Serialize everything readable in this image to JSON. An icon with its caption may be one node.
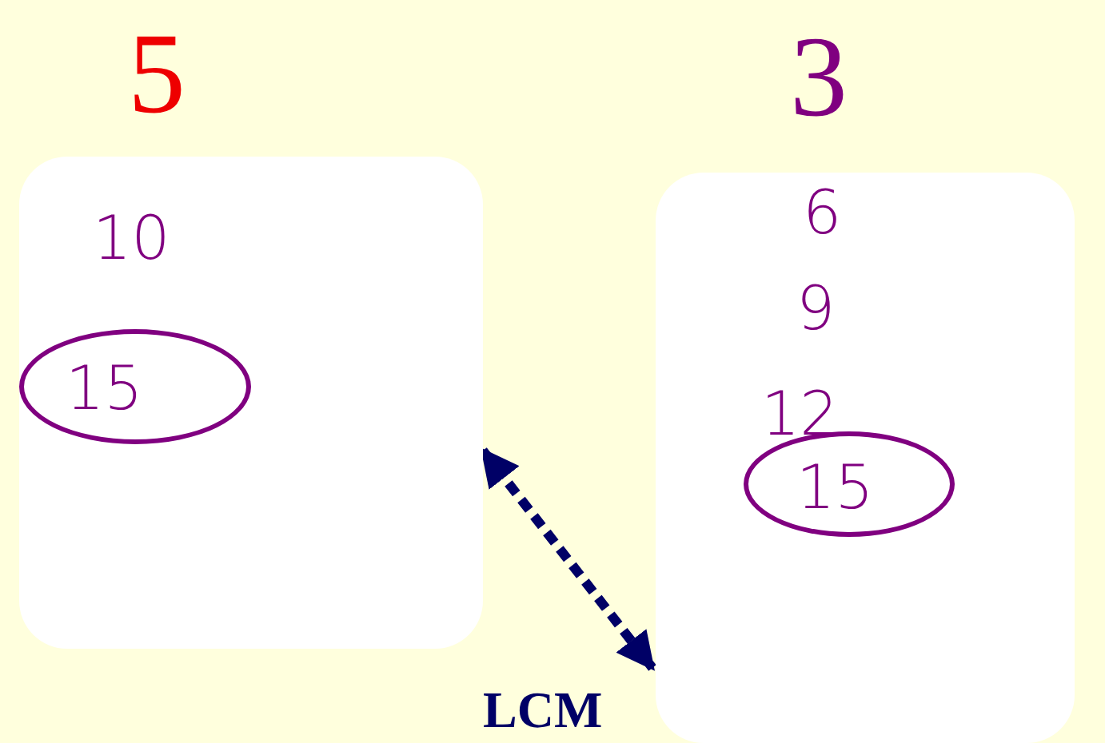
{
  "diagram": {
    "nodes": [
      {
        "text": [
          "5",
          "10"
        ]
      },
      {
        "text": [
          "15"
        ],
        "in": 0
      },
      {
        "text": [
          "3",
          "6",
          "9",
          "12"
        ]
      },
      {
        "text": [
          "15"
        ],
        "in": 2
      }
    ],
    "edges": [
      {
        "from": 0,
        "to": 2,
        "arrow": "both",
        "style": "dashed"
      }
    ],
    "labels": [
      "LCM"
    ]
  }
}
